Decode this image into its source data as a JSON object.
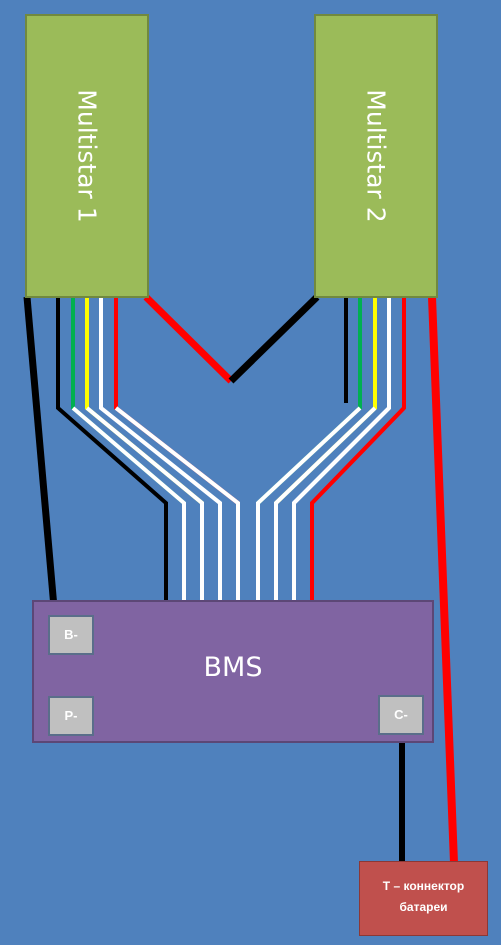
{
  "diagram": {
    "packs": [
      {
        "id": "pack1",
        "label": "Multistar 1"
      },
      {
        "id": "pack2",
        "label": "Multistar 2"
      }
    ],
    "bms": {
      "label": "BMS",
      "pads": {
        "b_minus": "B-",
        "p_minus": "P-",
        "c_minus": "C-"
      }
    },
    "connector": {
      "line1": "T – коннектор",
      "line2": "батареи"
    },
    "wire_colors": {
      "black": "#000000",
      "red": "#ff0000",
      "green": "#00b050",
      "yellow": "#ffff00",
      "white": "#ffffff"
    },
    "colors": {
      "background": "#4f81bd",
      "pack_fill": "#9bbb59",
      "bms_fill": "#8064a2",
      "pad_fill": "#c0c0c0",
      "connector_fill": "#c0504d"
    }
  }
}
